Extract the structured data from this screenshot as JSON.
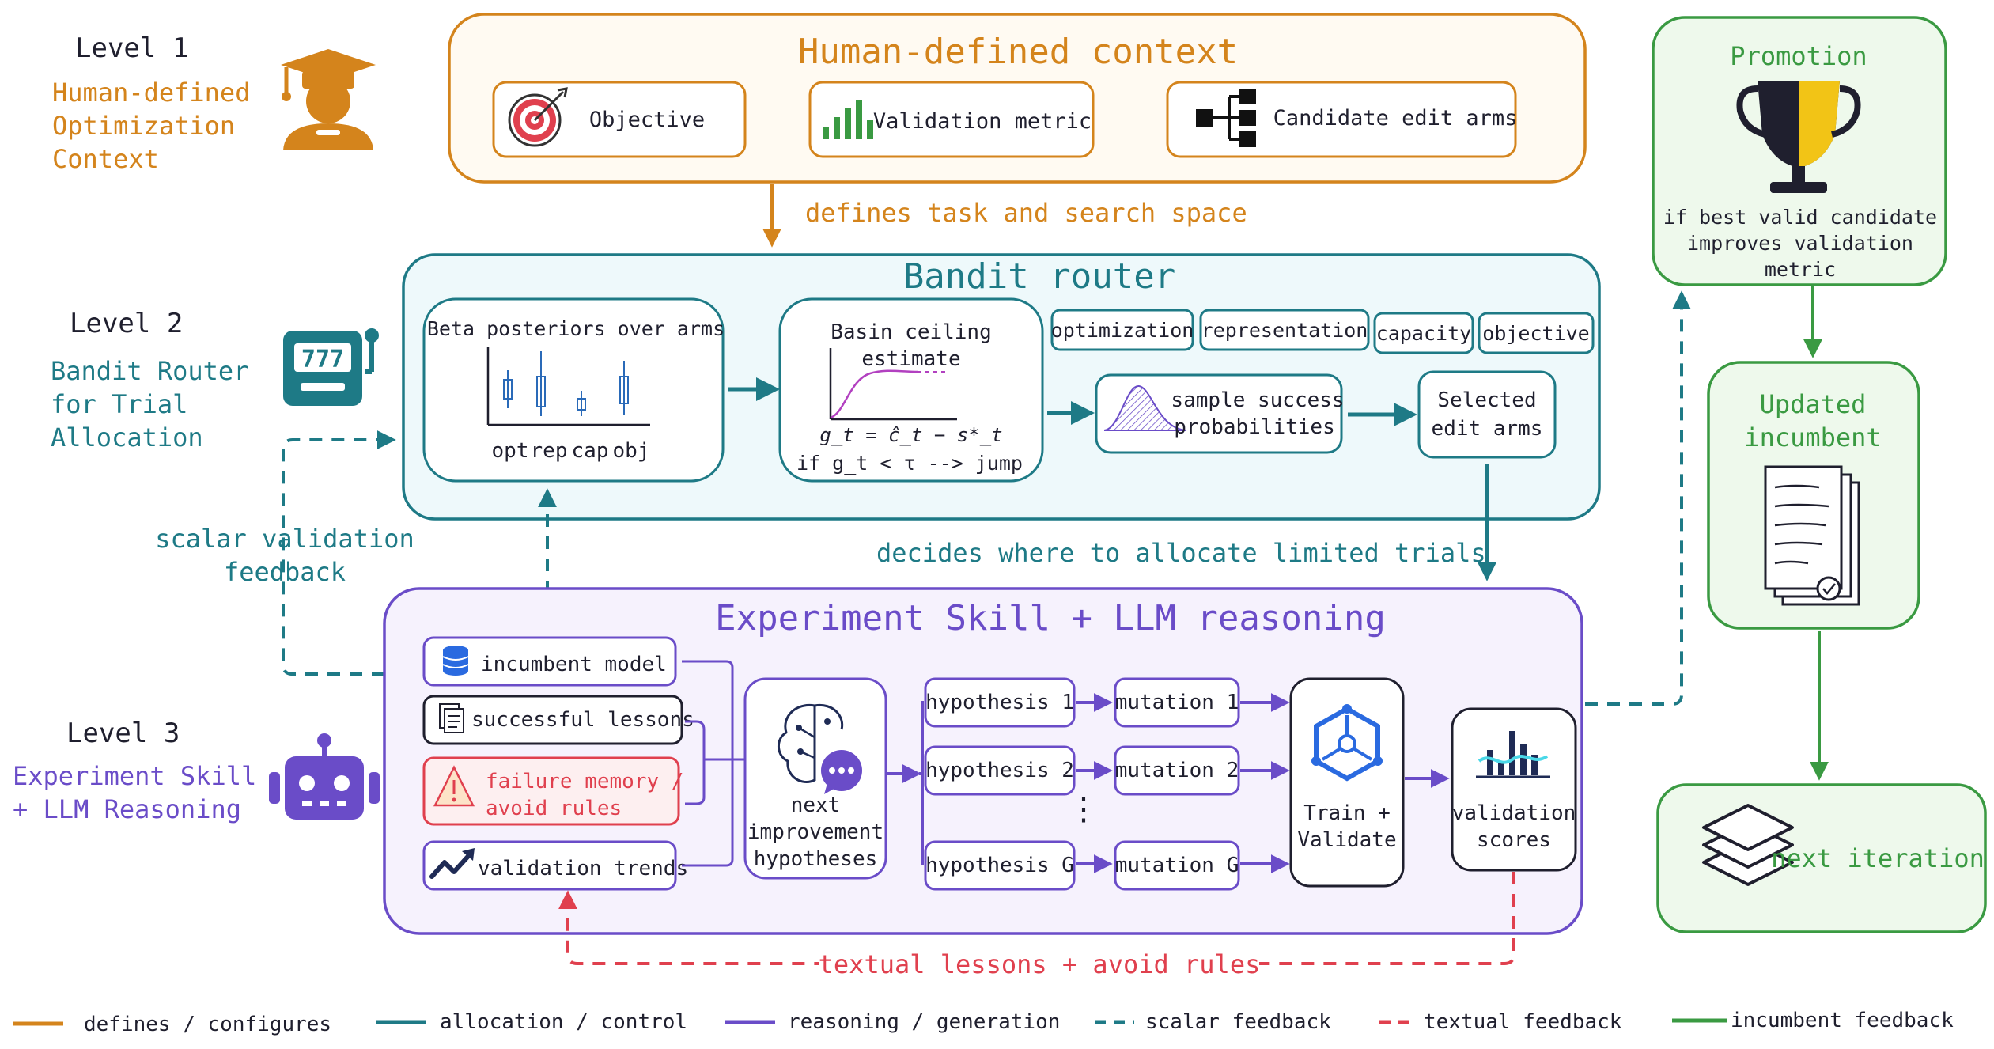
{
  "colors": {
    "orange": "#d4841c",
    "teal": "#1e7a86",
    "purple": "#6a4cc8",
    "red": "#e0404e",
    "green": "#3a9a42",
    "navy": "#1f2b55",
    "dark": "#1f1f2e",
    "gold": "#f2c416",
    "teal_fill": "#eef9fb",
    "purple_fill": "#f6f2fd",
    "green_fill": "#eef9ec",
    "orange_fill": "#fffaf2"
  },
  "levels": {
    "l1": {
      "title": "Level 1",
      "desc": [
        "Human-defined",
        "Optimization",
        "Context"
      ],
      "icon": "graduate-icon"
    },
    "l2": {
      "title": "Level 2",
      "desc": [
        "Bandit Router",
        "for Trial",
        "Allocation"
      ],
      "icon": "slot-machine-icon"
    },
    "l3": {
      "title": "Level 3",
      "desc": [
        "Experiment Skill",
        "+ LLM Reasoning"
      ],
      "icon": "robot-icon"
    }
  },
  "context": {
    "title": "Human-defined context",
    "items": [
      {
        "label": "Objective",
        "icon": "target-icon"
      },
      {
        "label": "Validation metric",
        "icon": "bar-chart-icon"
      },
      {
        "label": "Candidate edit arms",
        "icon": "hierarchy-icon"
      }
    ],
    "arrow_label": "defines task and search space"
  },
  "router": {
    "title": "Bandit router",
    "beta": {
      "title": "Beta posteriors over arms",
      "axis_labels": [
        "opt",
        "rep",
        "cap",
        "obj"
      ]
    },
    "basin": {
      "title": [
        "Basin ceiling",
        "estimate"
      ],
      "formula": "g_t = ĉ_t − s*_t",
      "rule": "if g_t < τ --> jump"
    },
    "arm_tags": [
      "optimization",
      "representation",
      "capacity",
      "objective"
    ],
    "sample": [
      "sample success",
      "probabilities"
    ],
    "selected": [
      "Selected",
      "edit arms"
    ],
    "arrow_label": "decides where to allocate limited trials"
  },
  "scalar_feedback": [
    "scalar validation",
    "feedback"
  ],
  "experiment": {
    "title": "Experiment Skill + LLM reasoning",
    "inputs": [
      {
        "label": "incumbent model",
        "icon": "database-icon"
      },
      {
        "label": "successful lessons",
        "icon": "documents-icon"
      },
      {
        "label": "failure memory /",
        "label2": "avoid rules",
        "icon": "warning-icon"
      },
      {
        "label": "validation trends",
        "icon": "trend-up-icon"
      }
    ],
    "hypo_node": [
      "next",
      "improvement",
      "hypotheses"
    ],
    "hypotheses": [
      "hypothesis 1",
      "hypothesis 2",
      "hypothesis G"
    ],
    "mutations": [
      "mutation 1",
      "mutation 2",
      "mutation G"
    ],
    "ellipsis": "⋮",
    "train": [
      "Train +",
      "Validate"
    ],
    "scores": [
      "validation",
      "scores"
    ],
    "textual_label": "textual lessons + avoid rules"
  },
  "promotion": {
    "title": "Promotion",
    "desc": [
      "if best valid candidate",
      "improves validation",
      "metric"
    ]
  },
  "incumbent": {
    "title": [
      "Updated",
      "incumbent"
    ]
  },
  "next_iter": {
    "label": "next iteration"
  },
  "legend": [
    {
      "label": "defines / configures",
      "color": "#d4841c",
      "dash": false
    },
    {
      "label": "allocation / control",
      "color": "#1e7a86",
      "dash": false
    },
    {
      "label": "reasoning / generation",
      "color": "#6a4cc8",
      "dash": false
    },
    {
      "label": "scalar feedback",
      "color": "#1e7a86",
      "dash": true
    },
    {
      "label": "textual feedback",
      "color": "#e0404e",
      "dash": true
    },
    {
      "label": "incumbent feedback",
      "color": "#3a9a42",
      "dash": false
    }
  ]
}
